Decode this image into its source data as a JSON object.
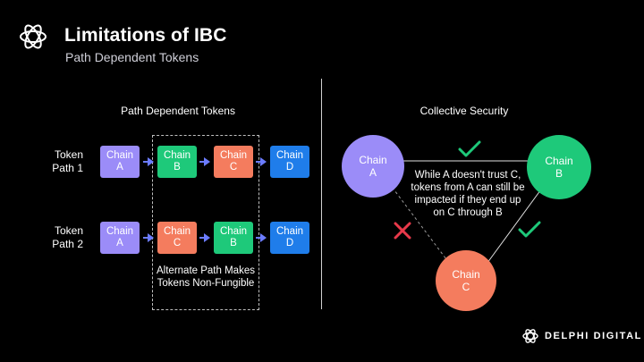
{
  "header": {
    "title": "Limitations of IBC",
    "subtitle": "Path Dependent Tokens"
  },
  "left": {
    "section_title": "Path Dependent Tokens",
    "rows": [
      {
        "label": "Token\nPath 1",
        "chains": [
          "Chain\nA",
          "Chain\nB",
          "Chain\nC",
          "Chain\nD"
        ]
      },
      {
        "label": "Token\nPath 2",
        "chains": [
          "Chain\nA",
          "Chain\nC",
          "Chain\nB",
          "Chain\nD"
        ]
      }
    ],
    "alternate_note": "Alternate Path Makes Tokens Non-Fungible"
  },
  "right": {
    "section_title": "Collective Security",
    "nodes": {
      "a": "Chain\nA",
      "b": "Chain\nB",
      "c": "Chain\nC"
    },
    "explanation": "While A doesn't trust C, tokens from A can still be impacted if they end up on C through B"
  },
  "brand": {
    "name": "DELPHI DIGITAL"
  },
  "colors": {
    "chain_a": "#9b8cf8",
    "chain_b": "#1ec97a",
    "chain_c": "#f47c5e",
    "chain_d": "#1f7dea",
    "check": "#1ec97a",
    "cross": "#e8394a",
    "arrow": "#6b7cff"
  }
}
